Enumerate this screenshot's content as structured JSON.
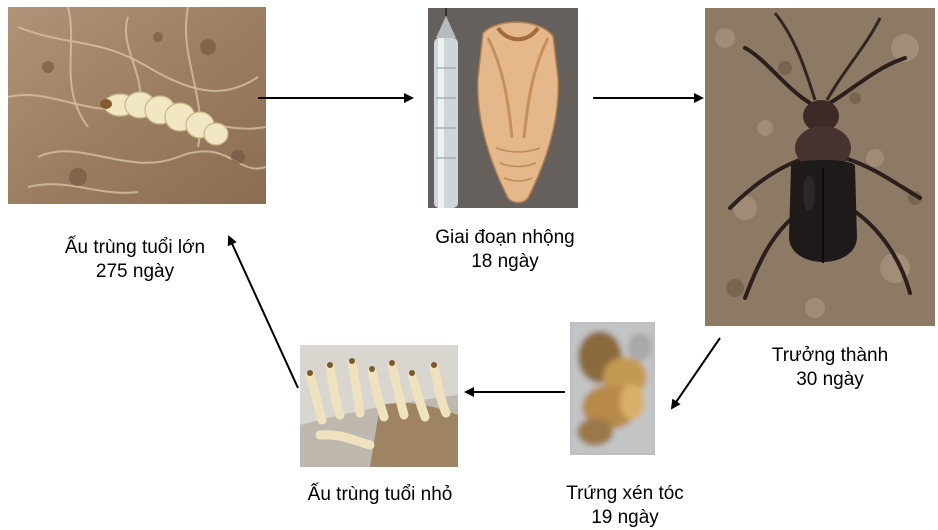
{
  "stages": {
    "large_larva": {
      "name": "Ấu trùng tuổi lớn",
      "duration": "275 ngày"
    },
    "pupa": {
      "name": "Giai đoạn nhộng",
      "duration": "18 ngày"
    },
    "adult": {
      "name": "Trưởng thành",
      "duration": "30 ngày"
    },
    "egg": {
      "name": "Trứng xén tóc",
      "duration": "19 ngày"
    },
    "small_larva": {
      "name": "Ấu trùng tuổi nhỏ"
    }
  },
  "colors": {
    "arrow": "#000000",
    "background": "#ffffff"
  }
}
